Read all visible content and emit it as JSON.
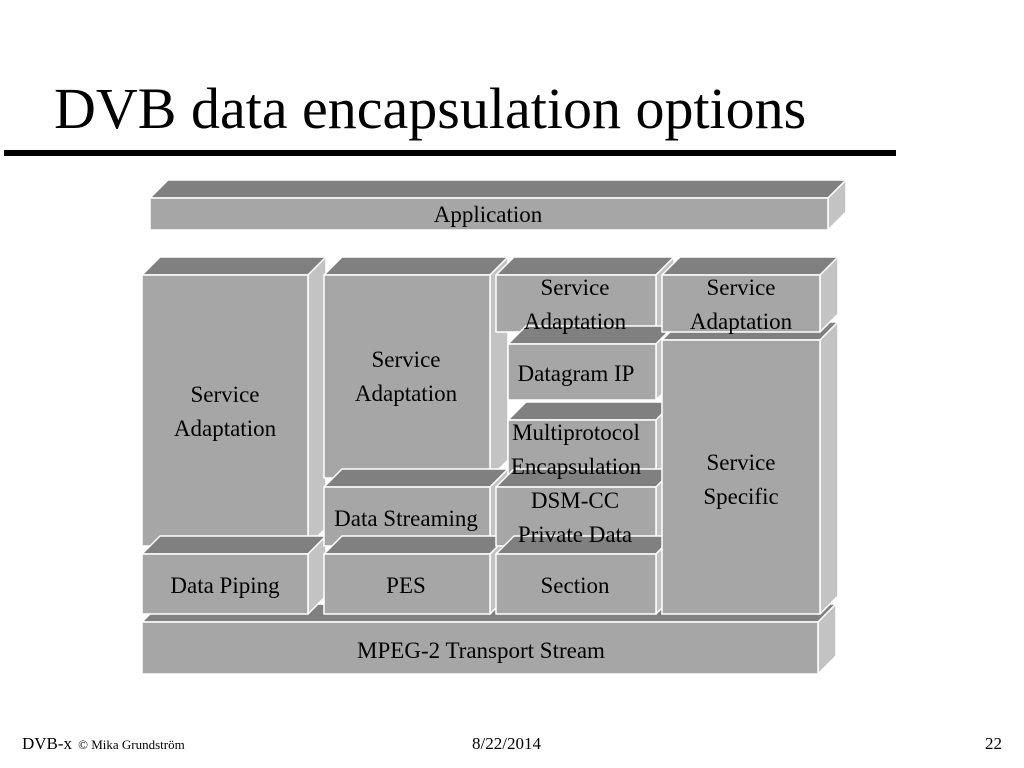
{
  "slide": {
    "title": "DVB data encapsulation options"
  },
  "diagram": {
    "colors": {
      "face": "#a6a6a6",
      "top": "#808080",
      "side": "#c3c3c3",
      "outline": "#ffffff",
      "text": "#000000"
    },
    "blocks": {
      "application": [
        "Application"
      ],
      "service_adaptation_piping": [
        "Service",
        "Adaptation"
      ],
      "service_adaptation_streaming": [
        "Service",
        "Adaptation"
      ],
      "service_adaptation_ip": [
        "Service",
        "Adaptation"
      ],
      "service_adaptation_specific": [
        "Service",
        "Adaptation"
      ],
      "datagram_ip": [
        "Datagram IP"
      ],
      "multiprotocol_encapsulation": [
        "Multiprotocol",
        "Encapsulation"
      ],
      "dsm_cc_private_data": [
        "DSM-CC",
        "Private Data"
      ],
      "service_specific": [
        "Service",
        "Specific"
      ],
      "data_streaming": [
        "Data Streaming"
      ],
      "data_piping": [
        "Data Piping"
      ],
      "pes": [
        "PES"
      ],
      "section": [
        "Section"
      ],
      "mpeg2_transport_stream": [
        "MPEG-2 Transport Stream"
      ]
    }
  },
  "footer": {
    "left": "DVB-x",
    "copyright": "© Mika Grundström",
    "date": "8/22/2014",
    "page": "22"
  }
}
